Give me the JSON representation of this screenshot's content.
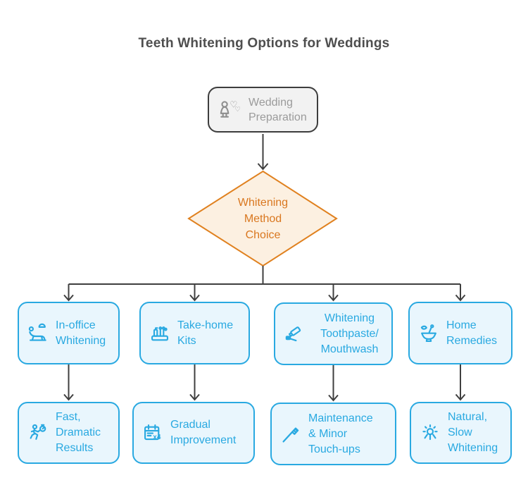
{
  "title": "Teeth Whitening Options for Weddings",
  "colors": {
    "accent_blue": "#29A9E1",
    "card_fill": "#E9F6FD",
    "diamond_border": "#E0811F",
    "diamond_fill": "#FCF0E1",
    "diamond_text": "#D9771F",
    "root_fill": "#F2F2F2",
    "root_border": "#3D3D3D",
    "root_text": "#9B9B9B",
    "connector": "#3F3F3F",
    "title_text": "#4E4E4E"
  },
  "flowchart": {
    "root": {
      "label": "Wedding\nPreparation",
      "icon": "bride-hearts-icon"
    },
    "decision": {
      "label": "Whitening\nMethod\nChoice"
    },
    "options": [
      {
        "label": "In-office\nWhitening",
        "icon": "dental-chair-icon"
      },
      {
        "label": "Take-home\nKits",
        "icon": "grooming-kit-icon"
      },
      {
        "label": "Whitening\nToothpaste/\nMouthwash",
        "icon": "toothpaste-icon"
      },
      {
        "label": "Home\nRemedies",
        "icon": "mortar-pestle-icon"
      }
    ],
    "outcomes": [
      {
        "label": "Fast,\nDramatic\nResults",
        "icon": "runner-stopwatch-icon"
      },
      {
        "label": "Gradual\nImprovement",
        "icon": "calendar-icon",
        "icon_badge": "x4"
      },
      {
        "label": "Maintenance\n& Minor\nTouch-ups",
        "icon": "toothbrush-icon"
      },
      {
        "label": "Natural,\nSlow\nWhitening",
        "icon": "sunrise-icon"
      }
    ]
  }
}
